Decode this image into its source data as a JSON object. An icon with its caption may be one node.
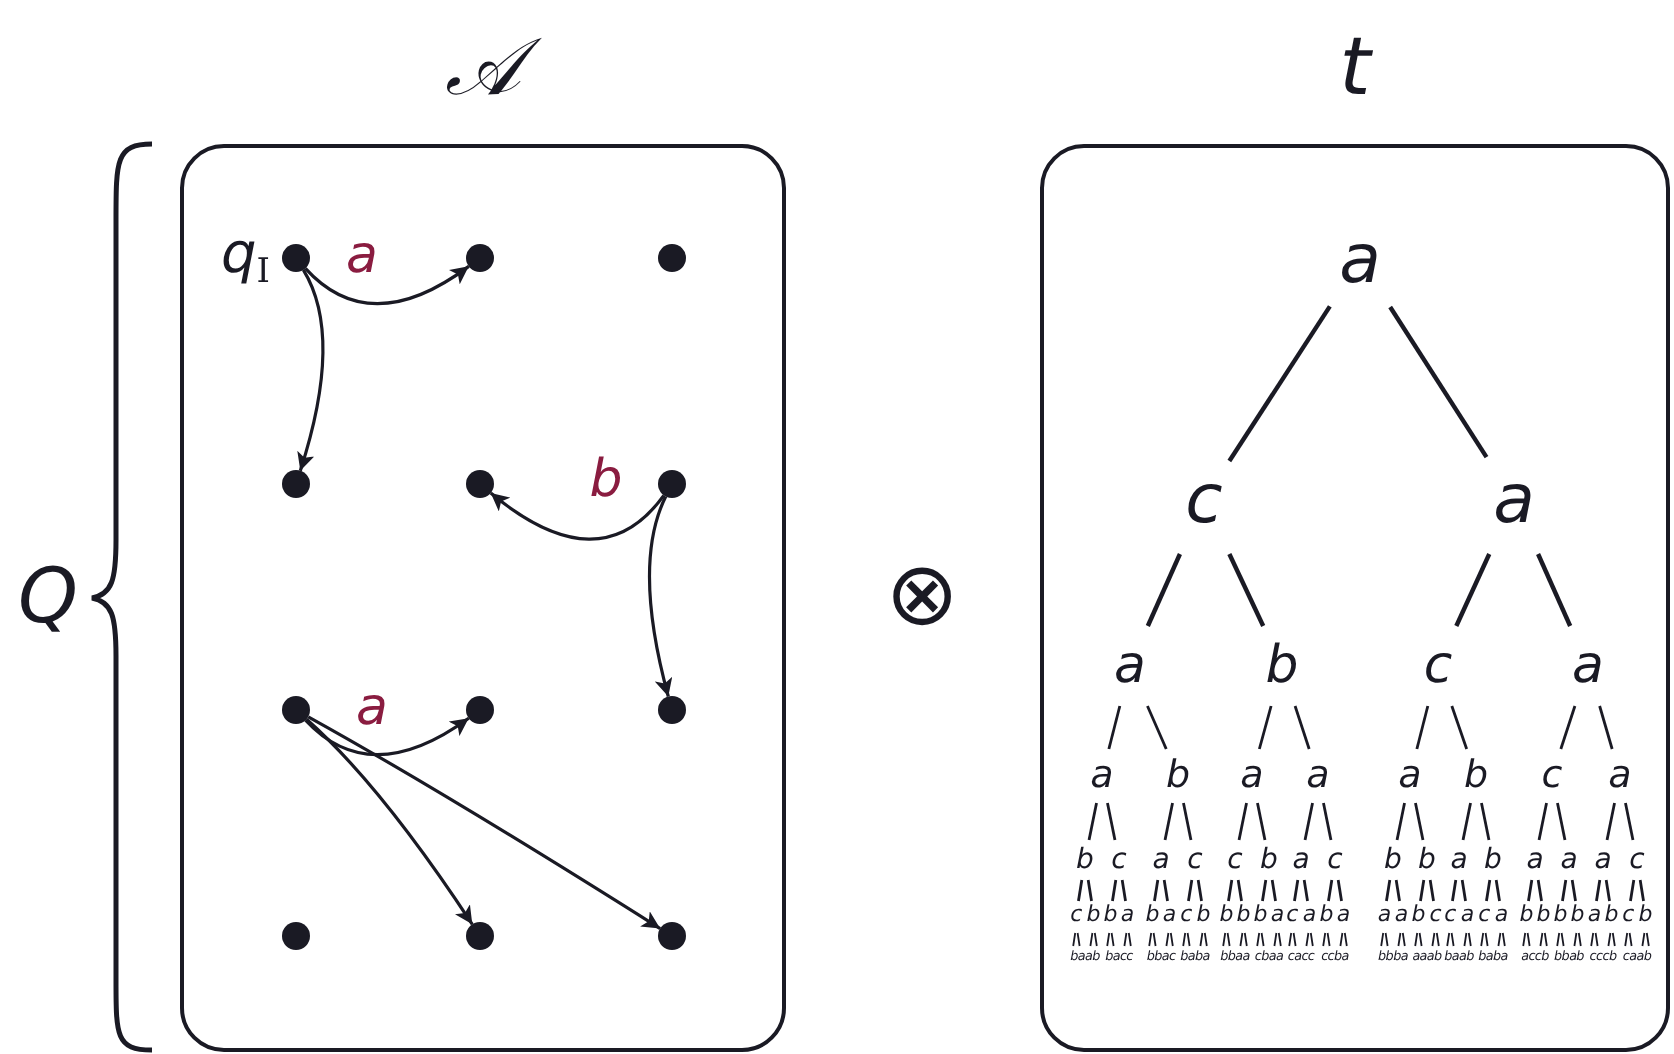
{
  "diagram": {
    "nodes": [
      {
        "text": [
          "𝒜"
        ]
      },
      {
        "text": [],
        "shape": "circle",
        "in": 0,
        "beside": [
          "q$_{I}$"
        ]
      },
      {
        "text": [],
        "shape": "circle",
        "in": 0
      },
      {
        "text": [],
        "shape": "circle",
        "in": 0
      },
      {
        "text": [],
        "shape": "circle",
        "in": 0
      },
      {
        "text": [],
        "shape": "circle",
        "in": 0
      },
      {
        "text": [],
        "shape": "circle",
        "in": 0
      },
      {
        "text": [],
        "shape": "circle",
        "in": 0
      },
      {
        "text": [],
        "shape": "circle",
        "in": 0
      },
      {
        "text": [],
        "shape": "circle",
        "in": 0
      },
      {
        "text": [],
        "shape": "circle",
        "in": 0
      },
      {
        "text": [],
        "shape": "circle",
        "in": 0
      },
      {
        "text": [],
        "shape": "circle",
        "in": 0
      },
      {
        "text": [
          "t"
        ]
      },
      {
        "text": [
          "a"
        ],
        "in": 13
      },
      {
        "text": [
          "c"
        ],
        "in": 13
      },
      {
        "text": [
          "a"
        ],
        "in": 13
      },
      {
        "text": [
          "a"
        ],
        "in": 13
      },
      {
        "text": [
          "b"
        ],
        "in": 13
      },
      {
        "text": [
          "c"
        ],
        "in": 13
      },
      {
        "text": [
          "a"
        ],
        "in": 13
      },
      {
        "text": [
          "a"
        ],
        "in": 13
      },
      {
        "text": [
          "b"
        ],
        "in": 13
      },
      {
        "text": [
          "a"
        ],
        "in": 13
      },
      {
        "text": [
          "a"
        ],
        "in": 13
      },
      {
        "text": [
          "a"
        ],
        "in": 13
      },
      {
        "text": [
          "b"
        ],
        "in": 13
      },
      {
        "text": [
          "c"
        ],
        "in": 13
      },
      {
        "text": [
          "a"
        ],
        "in": 13
      },
      {
        "text": [
          "b"
        ],
        "in": 13
      },
      {
        "text": [
          "c"
        ],
        "in": 13
      },
      {
        "text": [
          "a"
        ],
        "in": 13
      },
      {
        "text": [
          "c"
        ],
        "in": 13
      },
      {
        "text": [
          "c"
        ],
        "in": 13
      },
      {
        "text": [
          "b"
        ],
        "in": 13
      },
      {
        "text": [
          "a"
        ],
        "in": 13
      },
      {
        "text": [
          "c"
        ],
        "in": 13
      },
      {
        "text": [
          "b"
        ],
        "in": 13
      },
      {
        "text": [
          "b"
        ],
        "in": 13
      },
      {
        "text": [
          "a"
        ],
        "in": 13
      },
      {
        "text": [
          "b"
        ],
        "in": 13
      },
      {
        "text": [
          "a"
        ],
        "in": 13
      },
      {
        "text": [
          "a"
        ],
        "in": 13
      },
      {
        "text": [
          "a"
        ],
        "in": 13
      },
      {
        "text": [
          "c"
        ],
        "in": 13
      },
      {
        "text": [
          "c"
        ],
        "in": 13
      },
      {
        "text": [
          "b"
        ],
        "in": 13
      },
      {
        "text": [
          "b"
        ],
        "in": 13
      },
      {
        "text": [
          "a"
        ],
        "in": 13
      },
      {
        "text": [
          "b"
        ],
        "in": 13
      },
      {
        "text": [
          "a"
        ],
        "in": 13
      },
      {
        "text": [
          "c"
        ],
        "in": 13
      },
      {
        "text": [
          "b"
        ],
        "in": 13
      },
      {
        "text": [
          "b"
        ],
        "in": 13
      },
      {
        "text": [
          "b"
        ],
        "in": 13
      },
      {
        "text": [
          "b"
        ],
        "in": 13
      },
      {
        "text": [
          "a"
        ],
        "in": 13
      },
      {
        "text": [
          "c"
        ],
        "in": 13
      },
      {
        "text": [
          "a"
        ],
        "in": 13
      },
      {
        "text": [
          "b"
        ],
        "in": 13
      },
      {
        "text": [
          "a"
        ],
        "in": 13
      },
      {
        "text": [
          "a"
        ],
        "in": 13
      },
      {
        "text": [
          "a"
        ],
        "in": 13
      },
      {
        "text": [
          "b"
        ],
        "in": 13
      },
      {
        "text": [
          "c"
        ],
        "in": 13
      },
      {
        "text": [
          "c"
        ],
        "in": 13
      },
      {
        "text": [
          "a"
        ],
        "in": 13
      },
      {
        "text": [
          "c"
        ],
        "in": 13
      },
      {
        "text": [
          "a"
        ],
        "in": 13
      },
      {
        "text": [
          "b"
        ],
        "in": 13
      },
      {
        "text": [
          "b"
        ],
        "in": 13
      },
      {
        "text": [
          "b"
        ],
        "in": 13
      },
      {
        "text": [
          "b"
        ],
        "in": 13
      },
      {
        "text": [
          "a"
        ],
        "in": 13
      },
      {
        "text": [
          "b"
        ],
        "in": 13
      },
      {
        "text": [
          "c"
        ],
        "in": 13
      },
      {
        "text": [
          "b"
        ],
        "in": 13
      }
    ],
    "edges": [
      {
        "from": 1,
        "to": 2,
        "arrow": "to",
        "label": "a"
      },
      {
        "from": 1,
        "to": 4,
        "arrow": "to"
      },
      {
        "from": 6,
        "to": 5,
        "arrow": "to",
        "label": "b"
      },
      {
        "from": 6,
        "to": 9,
        "arrow": "to"
      },
      {
        "from": 7,
        "to": 8,
        "arrow": "to",
        "label": "a"
      },
      {
        "from": 7,
        "to": 11,
        "arrow": "to"
      },
      {
        "from": 7,
        "to": 12,
        "arrow": "to"
      },
      {
        "from": 14,
        "to": 15,
        "arrow": "none"
      },
      {
        "from": 14,
        "to": 16,
        "arrow": "none"
      },
      {
        "from": 15,
        "to": 17,
        "arrow": "none"
      },
      {
        "from": 15,
        "to": 18,
        "arrow": "none"
      },
      {
        "from": 16,
        "to": 19,
        "arrow": "none"
      },
      {
        "from": 16,
        "to": 20,
        "arrow": "none"
      },
      {
        "from": 17,
        "to": 21,
        "arrow": "none"
      },
      {
        "from": 17,
        "to": 22,
        "arrow": "none"
      },
      {
        "from": 18,
        "to": 23,
        "arrow": "none"
      },
      {
        "from": 18,
        "to": 24,
        "arrow": "none"
      },
      {
        "from": 19,
        "to": 25,
        "arrow": "none"
      },
      {
        "from": 19,
        "to": 26,
        "arrow": "none"
      },
      {
        "from": 20,
        "to": 27,
        "arrow": "none"
      },
      {
        "from": 20,
        "to": 28,
        "arrow": "none"
      },
      {
        "from": 21,
        "to": 29,
        "arrow": "none"
      },
      {
        "from": 21,
        "to": 30,
        "arrow": "none"
      },
      {
        "from": 22,
        "to": 31,
        "arrow": "none"
      },
      {
        "from": 22,
        "to": 32,
        "arrow": "none"
      },
      {
        "from": 23,
        "to": 33,
        "arrow": "none"
      },
      {
        "from": 23,
        "to": 34,
        "arrow": "none"
      },
      {
        "from": 24,
        "to": 35,
        "arrow": "none"
      },
      {
        "from": 24,
        "to": 36,
        "arrow": "none"
      },
      {
        "from": 25,
        "to": 37,
        "arrow": "none"
      },
      {
        "from": 25,
        "to": 38,
        "arrow": "none"
      },
      {
        "from": 26,
        "to": 39,
        "arrow": "none"
      },
      {
        "from": 26,
        "to": 40,
        "arrow": "none"
      },
      {
        "from": 27,
        "to": 41,
        "arrow": "none"
      },
      {
        "from": 27,
        "to": 42,
        "arrow": "none"
      },
      {
        "from": 28,
        "to": 43,
        "arrow": "none"
      },
      {
        "from": 28,
        "to": 44,
        "arrow": "none"
      },
      {
        "from": 29,
        "to": 45,
        "arrow": "none"
      },
      {
        "from": 29,
        "to": 46,
        "arrow": "none"
      },
      {
        "from": 30,
        "to": 47,
        "arrow": "none"
      },
      {
        "from": 30,
        "to": 48,
        "arrow": "none"
      },
      {
        "from": 31,
        "to": 49,
        "arrow": "none"
      },
      {
        "from": 31,
        "to": 50,
        "arrow": "none"
      },
      {
        "from": 32,
        "to": 51,
        "arrow": "none"
      },
      {
        "from": 32,
        "to": 52,
        "arrow": "none"
      },
      {
        "from": 33,
        "to": 53,
        "arrow": "none"
      },
      {
        "from": 33,
        "to": 54,
        "arrow": "none"
      },
      {
        "from": 34,
        "to": 55,
        "arrow": "none"
      },
      {
        "from": 34,
        "to": 56,
        "arrow": "none"
      },
      {
        "from": 35,
        "to": 57,
        "arrow": "none"
      },
      {
        "from": 35,
        "to": 58,
        "arrow": "none"
      },
      {
        "from": 36,
        "to": 59,
        "arrow": "none"
      },
      {
        "from": 36,
        "to": 60,
        "arrow": "none"
      },
      {
        "from": 37,
        "to": 61,
        "arrow": "none"
      },
      {
        "from": 37,
        "to": 62,
        "arrow": "none"
      },
      {
        "from": 38,
        "to": 63,
        "arrow": "none"
      },
      {
        "from": 38,
        "to": 64,
        "arrow": "none"
      },
      {
        "from": 39,
        "to": 65,
        "arrow": "none"
      },
      {
        "from": 39,
        "to": 66,
        "arrow": "none"
      },
      {
        "from": 40,
        "to": 67,
        "arrow": "none"
      },
      {
        "from": 40,
        "to": 68,
        "arrow": "none"
      },
      {
        "from": 41,
        "to": 69,
        "arrow": "none"
      },
      {
        "from": 41,
        "to": 70,
        "arrow": "none"
      },
      {
        "from": 42,
        "to": 71,
        "arrow": "none"
      },
      {
        "from": 42,
        "to": 72,
        "arrow": "none"
      },
      {
        "from": 43,
        "to": 73,
        "arrow": "none"
      },
      {
        "from": 43,
        "to": 74,
        "arrow": "none"
      },
      {
        "from": 44,
        "to": 75,
        "arrow": "none"
      },
      {
        "from": 44,
        "to": 76,
        "arrow": "none"
      }
    ],
    "labels": [
      "Q",
      "⊗",
      "baab",
      "bacc",
      "bbac",
      "baba",
      "bbaa",
      "cbaa",
      "cacc",
      "ccba",
      "bbba",
      "aaab",
      "baab",
      "baba",
      "accb",
      "bbab",
      "cccb",
      "caab"
    ]
  }
}
